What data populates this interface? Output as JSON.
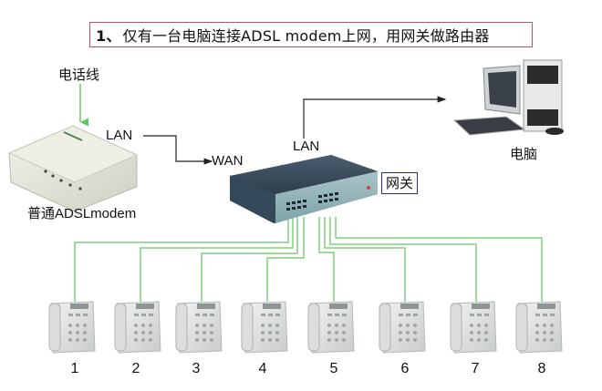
{
  "title": {
    "number": "1、",
    "text": "仅有一台电脑连接ADSL modem上网，用网关做路由器",
    "border_color": "#c0505a"
  },
  "devices": {
    "phone_line_label": "电话线",
    "modem": {
      "label": "普通ADSLmodem",
      "port_label": "LAN"
    },
    "gateway": {
      "label": "网关",
      "wan_label": "WAN",
      "lan_label": "LAN"
    },
    "computer": {
      "label": "电脑"
    }
  },
  "phones": [
    {
      "number": "1"
    },
    {
      "number": "2"
    },
    {
      "number": "3"
    },
    {
      "number": "4"
    },
    {
      "number": "5"
    },
    {
      "number": "6"
    },
    {
      "number": "7"
    },
    {
      "number": "8"
    }
  ],
  "colors": {
    "phone_cable": "#7fd07f",
    "phone_line_arrow": "#66cc66",
    "lan_cable": "#222222",
    "gateway_body": "#3e5163",
    "gateway_box_border": "#2b2f7a"
  }
}
